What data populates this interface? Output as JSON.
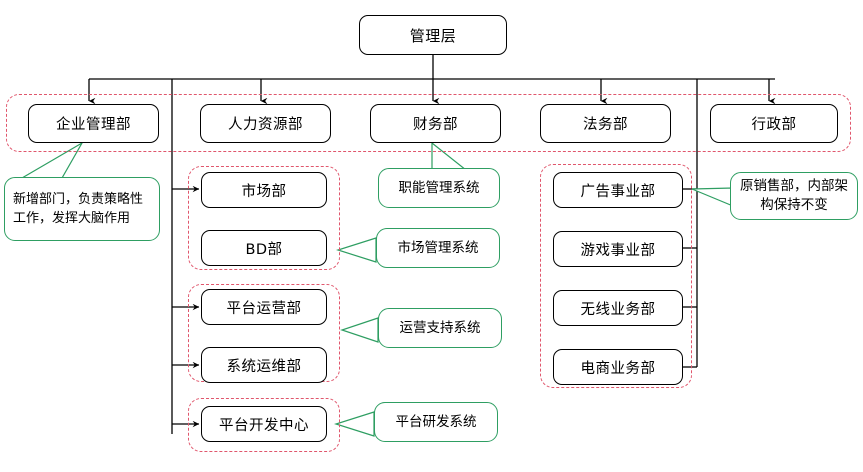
{
  "diagram": {
    "title_box": {
      "label": "管理层"
    },
    "level2": [
      {
        "id": "corp-mgmt",
        "label": "企业管理部"
      },
      {
        "id": "hr",
        "label": "人力资源部"
      },
      {
        "id": "finance",
        "label": "财务部"
      },
      {
        "id": "legal",
        "label": "法务部"
      },
      {
        "id": "admin",
        "label": "行政部"
      }
    ],
    "middle_groups": [
      {
        "id": "market-group",
        "nodes": [
          {
            "id": "marketing",
            "label": "市场部"
          },
          {
            "id": "bd",
            "label": "BD部"
          }
        ]
      },
      {
        "id": "ops-group",
        "nodes": [
          {
            "id": "platform-ops",
            "label": "平台运营部"
          },
          {
            "id": "sys-ops",
            "label": "系统运维部"
          }
        ]
      },
      {
        "id": "dev-group",
        "nodes": [
          {
            "id": "platform-dev",
            "label": "平台开发中心"
          }
        ]
      }
    ],
    "business_group": {
      "id": "business-unit-group",
      "nodes": [
        {
          "id": "ad-bu",
          "label": "广告事业部"
        },
        {
          "id": "game-bu",
          "label": "游戏事业部"
        },
        {
          "id": "wireless-bu",
          "label": "无线业务部"
        },
        {
          "id": "ecom-bu",
          "label": "电商业务部"
        }
      ]
    },
    "system_notes": [
      {
        "id": "func-mgmt-sys",
        "label": "职能管理系统"
      },
      {
        "id": "market-mgmt-sys",
        "label": "市场管理系统"
      },
      {
        "id": "ops-support-sys",
        "label": "运营支持系统"
      },
      {
        "id": "platform-rd-sys",
        "label": "平台研发系统"
      }
    ],
    "annotations": [
      {
        "id": "new-dept-note",
        "label": "新增部门，负责策略性工作，发挥大脑作用"
      },
      {
        "id": "sales-org-note",
        "label": "原销售部，内部架构保持不变"
      }
    ],
    "colors": {
      "node_border": "#000000",
      "group_border": "#e0566c",
      "note_border": "#2e9e62",
      "connector": "#000000",
      "background": "#ffffff"
    }
  }
}
